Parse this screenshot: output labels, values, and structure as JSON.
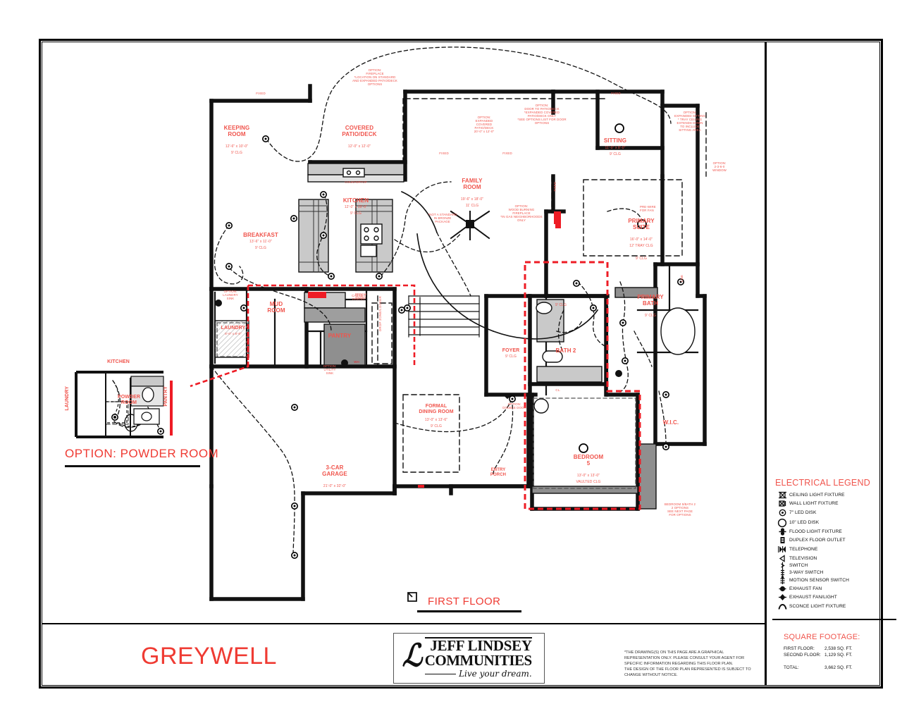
{
  "sheet": {
    "plan_name": "GREYWELL",
    "floor_title": "FIRST FLOOR",
    "option_plan_title": "OPTION: POWDER ROOM",
    "disclaimer": "*THE DRAWING(S) ON THIS PAGE ARE A GRAPHICAL\nREPRESENTATION ONLY. PLEASE CONSULT YOUR AGENT FOR\nSPECIFIC INFORMATION REGARDING THIS FLOOR PLAN.\nTHE DESIGN OF THE FLOOR PLAN REPRESENTED IS SUBJECT TO\nCHANGE WITHOUT NOTICE."
  },
  "logo": {
    "mark": "ℒ",
    "line1": "JEFF LINDSEY",
    "line2": "COMMUNITIES",
    "tagline": "Live your dream."
  },
  "legend": {
    "title": "ELECTRICAL LEGEND",
    "items": [
      {
        "icon": "ceiling-light-fixture-icon",
        "label": "CEILING LIGHT FIXTURE"
      },
      {
        "icon": "wall-light-fixture-icon",
        "label": "WALL LIGHT FIXTURE"
      },
      {
        "icon": "seven-inch-led-disk-icon",
        "label": "7\" LED DISK"
      },
      {
        "icon": "ten-inch-led-disk-icon",
        "label": "10\" LED DISK"
      },
      {
        "icon": "flood-light-fixture-icon",
        "label": "FLOOD LIGHT FIXTURE"
      },
      {
        "icon": "duplex-floor-outlet-icon",
        "label": "DUPLEX FLOOR OUTLET"
      },
      {
        "icon": "telephone-icon",
        "label": "TELEPHONE"
      },
      {
        "icon": "television-icon",
        "label": "TELEVISION"
      },
      {
        "icon": "switch-icon",
        "label": "SWITCH"
      },
      {
        "icon": "three-way-switch-icon",
        "label": "3-WAY SWITCH"
      },
      {
        "icon": "motion-sensor-switch-icon",
        "label": "MOTION SENSOR SWITCH"
      },
      {
        "icon": "exhaust-fan-icon",
        "label": "EXHAUST FAN"
      },
      {
        "icon": "exhaust-fanlight-icon",
        "label": "EXHAUST FAN/LIGHT"
      },
      {
        "icon": "sconce-light-fixture-icon",
        "label": "SCONCE LIGHT FIXTURE"
      }
    ]
  },
  "square_footage": {
    "title": "SQUARE FOOTAGE:",
    "rows": [
      {
        "label": "FIRST FLOOR:",
        "value": "2,538 SQ. FT."
      },
      {
        "label": "SECOND FLOOR:",
        "value": "1,129 SQ. FT."
      }
    ],
    "total": {
      "label": "TOTAL:",
      "value": "3,662 SQ. FT."
    }
  },
  "rooms": [
    {
      "key": "keeping_room",
      "name": "KEEPING\nROOM",
      "dims": "12'-6\" x 10'-0\"",
      "clg": "9' CLG"
    },
    {
      "key": "covered_patio",
      "name": "COVERED\nPATIO/DECK",
      "dims": "12'-0\" x 12'-0\"",
      "clg": ""
    },
    {
      "key": "kitchen",
      "name": "KITCHEN",
      "dims": "12'-0\" x 19'-0\"",
      "clg": "9' CLG"
    },
    {
      "key": "breakfast",
      "name": "BREAKFAST",
      "dims": "13'-6\" x 11'-0\"",
      "clg": "9' CLG"
    },
    {
      "key": "family_room",
      "name": "FAMILY\nROOM",
      "dims": "19'-6\" x 18'-0\"",
      "clg": "11' CLG"
    },
    {
      "key": "sitting",
      "name": "SITTING",
      "dims": "11'-0\" x 8'-0\"",
      "clg": "9' CLG"
    },
    {
      "key": "primary_suite",
      "name": "PRIMARY\nSUITE",
      "dims": "16'-0\" x 14'-0\"",
      "clg": "12' TRAY CLG"
    },
    {
      "key": "primary_suite_2",
      "name": "",
      "dims": "",
      "clg": "9' CLG"
    },
    {
      "key": "primary_bath",
      "name": "PRIMARY\nBATH",
      "dims": "",
      "clg": "9' CLG"
    },
    {
      "key": "wic",
      "name": "W.I.C.",
      "dims": "",
      "clg": ""
    },
    {
      "key": "bath2",
      "name": "BATH 2",
      "dims": "",
      "clg": "9' CLG"
    },
    {
      "key": "foyer",
      "name": "FOYER",
      "dims": "",
      "clg": "9' CLG"
    },
    {
      "key": "bedroom5",
      "name": "BEDROOM\n5",
      "dims": "13'-0\" x 13'-0\"",
      "clg": "VAULTED CLG"
    },
    {
      "key": "formal_dining",
      "name": "FORMAL\nDINING ROOM",
      "dims": "13'-0\" x 13'-6\"",
      "clg": "9' CLG"
    },
    {
      "key": "garage",
      "name": "3-CAR\nGARAGE",
      "dims": "21'-0\" x 32'-0\"",
      "clg": ""
    },
    {
      "key": "mud_room",
      "name": "MUD\nROOM",
      "dims": "",
      "clg": ""
    },
    {
      "key": "laundry",
      "name": "LAUNDRY",
      "dims": "8'-0\" x 8'-0\"",
      "clg": ""
    },
    {
      "key": "pantry",
      "name": "PANTRY",
      "dims": "",
      "clg": ""
    },
    {
      "key": "entry_porch",
      "name": "ENTRY\nPORCH",
      "dims": "",
      "clg": ""
    }
  ],
  "annotations": [
    {
      "key": "opt_fireplace",
      "text": "OPTION:\nFIREPLACE\n*LOCATION ON STANDARD\nAND EXPANDED PATIO/DECK\nOPTIONS"
    },
    {
      "key": "opt_exp_patio",
      "text": "OPTION:\nEXPANDED\nCOVERED\nPATIO/DECK\n20'-0\" x 12'-0\""
    },
    {
      "key": "opt_door_patio",
      "text": "OPTION:\nDOOR TO PATIO/DECK\n*EXPANDED COVERED\nPATIO/DECK ONLY\n*SEE OPTIONS LIST FOR DOOR\nOPTIONS"
    },
    {
      "key": "opt_exp_sitting",
      "text": "OPTION:\nEXPANDED SITTING\n* TRAY CEILING\nEXTENDS DOWN\nTO INCLUDE\nSITTING AREA"
    },
    {
      "key": "opt_window",
      "text": "OPTION:\n2-3-6-0\nWINDOW"
    },
    {
      "key": "prewire_fan",
      "text": "PRE-WIRE\nFOR FAN"
    },
    {
      "key": "opt_wood_fp",
      "text": "OPTION:\nWOOD BURNING\nFIREPLACE\n*IN GAS NEIGHBORHOODS\nONLY"
    },
    {
      "key": "not_standard",
      "text": "*NOT A STANDARD\nIN BRONZE\nPACKAGE"
    },
    {
      "key": "opt_laundry_sink",
      "text": "OPTION:\nLAUNDRY\nSINK"
    },
    {
      "key": "opt_utility_sink",
      "text": "OPTION:\nUTILITY\nSINK"
    },
    {
      "key": "cabinet_pantry",
      "text": "CABINET\nPANTRY"
    },
    {
      "key": "ref",
      "text": "REF"
    },
    {
      "key": "wh",
      "text": "WH"
    },
    {
      "key": "countertop",
      "text": "COUNTERTOP"
    },
    {
      "key": "opt_double_door",
      "text": "OPTION:\nDOUBLE DOOR"
    },
    {
      "key": "bed5_bath_opts",
      "text": "BEDROOM 5/BATH 2\n2 OPTIONS\nSEE NEXT PAGE\nFOR OPTIONS"
    },
    {
      "key": "fixed_1",
      "text": "FIXED"
    },
    {
      "key": "fixed_2",
      "text": "FIXED"
    },
    {
      "key": "fixed_3",
      "text": "FIXED"
    },
    {
      "key": "fixed_4",
      "text": "FIXED"
    },
    {
      "key": "fixed_5",
      "text": "FIXED"
    },
    {
      "key": "line",
      "text": "LINE"
    },
    {
      "key": "cl",
      "text": "CL."
    },
    {
      "key": "bench_entry",
      "text": "BENCH\nENTRY"
    },
    {
      "key": "drop_zone",
      "text": "DROP ZONE/LOCKER"
    }
  ],
  "option_plan": {
    "title": "OPTION: POWDER ROOM",
    "labels": [
      {
        "key": "opt_kitchen",
        "text": "KITCHEN"
      },
      {
        "key": "opt_laundry",
        "text": "LAUNDRY"
      },
      {
        "key": "opt_powder",
        "text": "POWDER\nROOM"
      },
      {
        "key": "opt_pantry",
        "text": "PANTRY"
      }
    ]
  },
  "colors": {
    "label_red": "#f0544c",
    "title_red": "#ef3b33",
    "option_outline_red": "#ee1c25",
    "wall_black": "#000000",
    "fill_gray": "#c9c9c9"
  }
}
